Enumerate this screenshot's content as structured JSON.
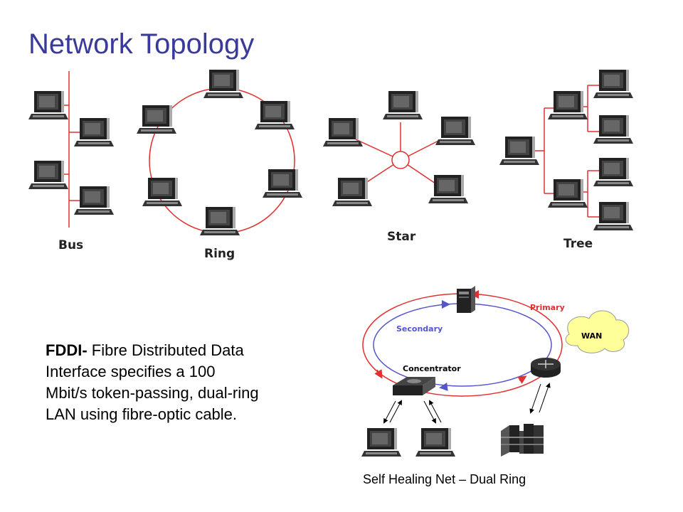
{
  "title": "Network Topology",
  "topologies": {
    "bus": "Bus",
    "ring": "Ring",
    "star": "Star",
    "tree": "Tree"
  },
  "fddi": {
    "heading": "FDDI-",
    "body": "Fibre Distributed Data Interface specifies a 100 Mbit/s token-passing, dual-ring LAN using fibre-optic cable."
  },
  "dual_ring": {
    "primary": "Primary",
    "secondary": "Secondary",
    "wan": "WAN",
    "concentrator": "Concentrator",
    "caption": "Self Healing Net – Dual Ring"
  },
  "colors": {
    "title": "#3a3a9a",
    "link": "#e03030",
    "secondary_ring": "#5555cc"
  }
}
